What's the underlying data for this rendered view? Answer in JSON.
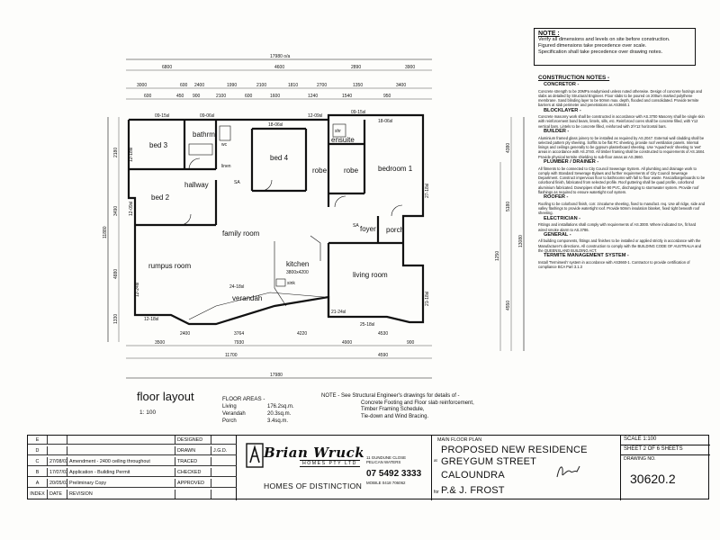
{
  "dims": {
    "overall_top": "17980 o/a",
    "top_main": [
      "6800",
      "4600",
      "2890",
      "3900"
    ],
    "top_second": [
      "3000",
      "600",
      "2400",
      "1990",
      "2100",
      "1810",
      "2700",
      "1350",
      "3400"
    ],
    "top_third": [
      "600",
      "450",
      "900",
      "2100",
      "600",
      "1600",
      "1240",
      "1540",
      "950"
    ],
    "left_overall": "11880",
    "left_parts": [
      "2180",
      "3490",
      "4880",
      "1330"
    ],
    "right_overall": "13080",
    "right_parts": [
      "4380",
      "5180",
      "1250",
      "4550"
    ],
    "bottom_parts": [
      "3500",
      "7930",
      "4900",
      "900"
    ],
    "bottom_overall": "17980",
    "bottom_second": [
      "11700",
      "4590"
    ],
    "mid": [
      "2400",
      "3764",
      "4220",
      "4530"
    ]
  },
  "window_codes": [
    "09-15sl",
    "09-06sl",
    "18-06sl",
    "12-09sl",
    "09-15sl",
    "18-06sl",
    "12-18sl",
    "12-09sl",
    "12-24sl",
    "24-18sl",
    "21-24sl",
    "12-18sl",
    "27-18sl",
    "21-18sl",
    "25-18sl"
  ],
  "rooms": {
    "bed3": "bed 3",
    "bathroom": "bathrm",
    "bed4": "bed 4",
    "ensuite": "ensuite",
    "bedroom1": "bedroom 1",
    "robe1": "robe",
    "robe2": "robe",
    "linen": "linen",
    "hallway": "hallway",
    "bed2": "bed 2",
    "family": "family room",
    "foyer": "foyer",
    "porch": "porch",
    "rumpus": "rumpus room",
    "kitchen": "kitchen",
    "kitchen_size": "3800x4200",
    "sink": "sink",
    "living": "living room",
    "verandah": "verandah",
    "sa": "SA",
    "wc": "wc",
    "shr": "shr"
  },
  "note_box": {
    "title": "NOTE :",
    "lines": [
      "Verify all dimensions and levels on site before construction.",
      "Figured dimensions take precedence over scale.",
      "Specification shall take precedence over drawing notes."
    ]
  },
  "construction_notes": {
    "title": "CONSTRUCTION NOTES -",
    "sections": [
      {
        "title": "CONCRETOR -",
        "body": "Concrete strength to be 20MPa readymixed unless noted otherwise. Design of concrete footings and slabs as detailed by Structural Engineer. Floor slabs to be poured on 200um marked polythene membrane. Sand blinding layer to be 50mm max. depth, flooded and consolidated. Provide termite barriers at slab perimeter and penetrations as AS3660.1"
      },
      {
        "title": "BLOCKLAYER -",
        "body": "Concrete masonry work shall be constructed in accordance with AS.3700 Masonry shall be single skin with reinforcement bond beam, lintels, sills, etc. Reinforced cores shall be concrete filled, with Y12 vertical bars. Lintels to be concrete filled, reinforced with 2/Y12 horizontal bars."
      },
      {
        "title": "BUILDER -",
        "body": "Aluminium framed glass joinery to be installed as required by AS.2047. External wall cladding shall be selected pattern ply sheeting. Soffits to be flat FC sheeting, provide roof ventilation panels. Internal linings and ceilings generally to be gypsum plasterboard sheeting. Use 'Aquacheck' sheeting to 'wet' areas in accordance with AS.3740. All timber framing shall be constructed to requirements of AS.1684. Provide physical termite shielding to sub-floor areas as AS.3660."
      },
      {
        "title": "PLUMBER / DRAINER -",
        "body": "All fitments to be connected to City Council Sewerage System. All plumbing and drainage work to comply with Standard Sewerage Bylaws and further requirements of City Council Sewerage Department. Construct impervious floor to bathrooms with fall to floor waste. Fascia/bargeboards to be colorbond finish, fabricated from selected profile. Roof guttering shall be quad profile, colorbond aluminium fabricated. Downpipes shall be 90 PVC, discharging to stormwater system. Provide roof flashings as required to ensure watertight roof system."
      },
      {
        "title": "ROOFER -",
        "body": "Roofing to be colorbond finish, corr. zincalume sheeting, fixed to manufact. req. Use all ridge, side and valley flashings to provide watertight roof. Provide 50mm insulation blanket, fixed tight beneath roof sheeting."
      },
      {
        "title": "ELECTRICIAN -",
        "body": "Fittings and installations shall comply with requirements of AS.3000. Where indicated SA, fit hard wired smoke alarm to AS.3786."
      },
      {
        "title": "GENERAL -",
        "body": "All building components, fittings and finishes to be installed or applied strictly in accordance with the Manufacturer's directions. All construction to comply with the BUILDING CODE OF AUSTRALIA and the QUEENSLAND BUILDING ACT."
      },
      {
        "title": "TERMITE MANAGEMENT SYSTEM -",
        "body": "Install 'Termimesh' system in accordance with AS3660-1. Contractor to provide certification of compliance BCA Part 3.1.3"
      }
    ]
  },
  "floor_layout": {
    "title": "floor layout",
    "scale": "1: 100"
  },
  "floor_areas": {
    "title": "FLOOR AREAS -",
    "rows": [
      {
        "label": "Living",
        "value": "176.2sq.m."
      },
      {
        "label": "Verandah",
        "value": "20.3sq.m."
      },
      {
        "label": "Porch",
        "value": "3.4sq.m."
      }
    ]
  },
  "engineer_note": {
    "lead": "NOTE - See Structural Engineer's drawings for details of -",
    "items": [
      "Concrete Footing and Floor slab reinforcement,",
      "Timber Framing Schedule,",
      "Tie-down and Wind Bracing."
    ]
  },
  "revisions": {
    "rows": [
      {
        "idx": "E",
        "date": "",
        "desc": "",
        "role": "DESIGNED",
        "init": ""
      },
      {
        "idx": "D",
        "date": "",
        "desc": "",
        "role": "DRAWN",
        "init": "J.G.D."
      },
      {
        "idx": "C",
        "date": "27/08/03",
        "desc": "Amendment - 2400 ceiling throughout",
        "role": "TRACED",
        "init": ""
      },
      {
        "idx": "B",
        "date": "17/07/03",
        "desc": "Application - Building Permit",
        "role": "CHECKED",
        "init": ""
      },
      {
        "idx": "A",
        "date": "20/05/03",
        "desc": "Preliminary Copy",
        "role": "APPROVED",
        "init": ""
      },
      {
        "idx": "INDEX",
        "date": "DATE",
        "desc": "REVISION",
        "role": "",
        "init": ""
      }
    ]
  },
  "company": {
    "name": "Brian Wruck",
    "sub": "HOMES PTY LTD",
    "tagline": "HOMES OF DISTINCTION",
    "address": [
      "11 GUNDUNE CLOSE",
      "PELICAN WATERS"
    ],
    "phone": "07 5492 3333",
    "mobile": "MOBILE 0418 706062"
  },
  "project": {
    "plan_type": "MAIN FLOOR PLAN",
    "title": "PROPOSED NEW RESIDENCE",
    "at_label": "at",
    "street": "GREYGUM STREET",
    "suburb": "CALOUNDRA",
    "for_label": "for",
    "client": "P.& J. FROST"
  },
  "sheet": {
    "scale": "SCALE 1:100",
    "sheet": "SHEET 2 OF 6 SHEETS",
    "drawing_no_label": "DRAWING NO.",
    "drawing_no": "30620.2"
  }
}
